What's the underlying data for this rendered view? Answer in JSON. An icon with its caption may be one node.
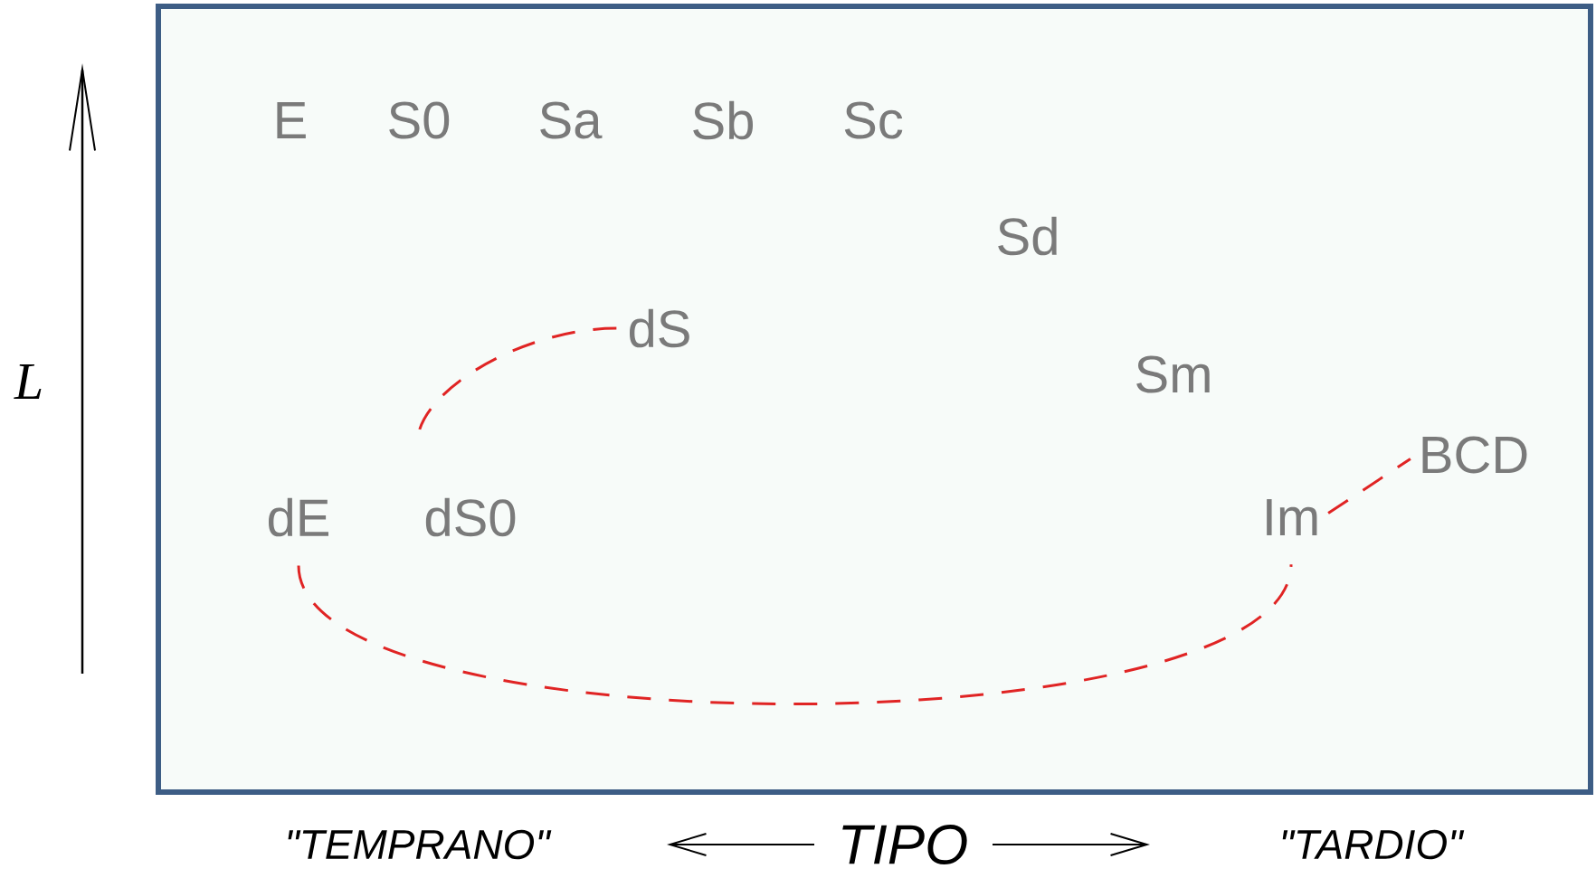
{
  "diagram": {
    "nodes": [
      {
        "text": [
          "E"
        ]
      },
      {
        "text": [
          "S0"
        ]
      },
      {
        "text": [
          "Sa"
        ]
      },
      {
        "text": [
          "Sb"
        ]
      },
      {
        "text": [
          "Sc"
        ]
      },
      {
        "text": [
          "Sd"
        ]
      },
      {
        "text": [
          "dS"
        ]
      },
      {
        "text": [
          "Sm"
        ]
      },
      {
        "text": [
          "BCD"
        ]
      },
      {
        "text": [
          "dE"
        ]
      },
      {
        "text": [
          "dS0"
        ]
      },
      {
        "text": [
          "Im"
        ]
      }
    ],
    "edges": [
      {
        "from": 6,
        "to": 10,
        "arrow": "none",
        "style": "dashed",
        "color": "#e02424"
      },
      {
        "from": 9,
        "to": 11,
        "arrow": "none",
        "style": "dashed",
        "color": "#e02424"
      },
      {
        "from": 11,
        "to": 8,
        "arrow": "none",
        "style": "dashed",
        "color": "#e02424"
      }
    ],
    "labels": [
      "L",
      "\"TEMPRANO\"",
      "TIPO",
      "\"TARDIO\""
    ]
  }
}
